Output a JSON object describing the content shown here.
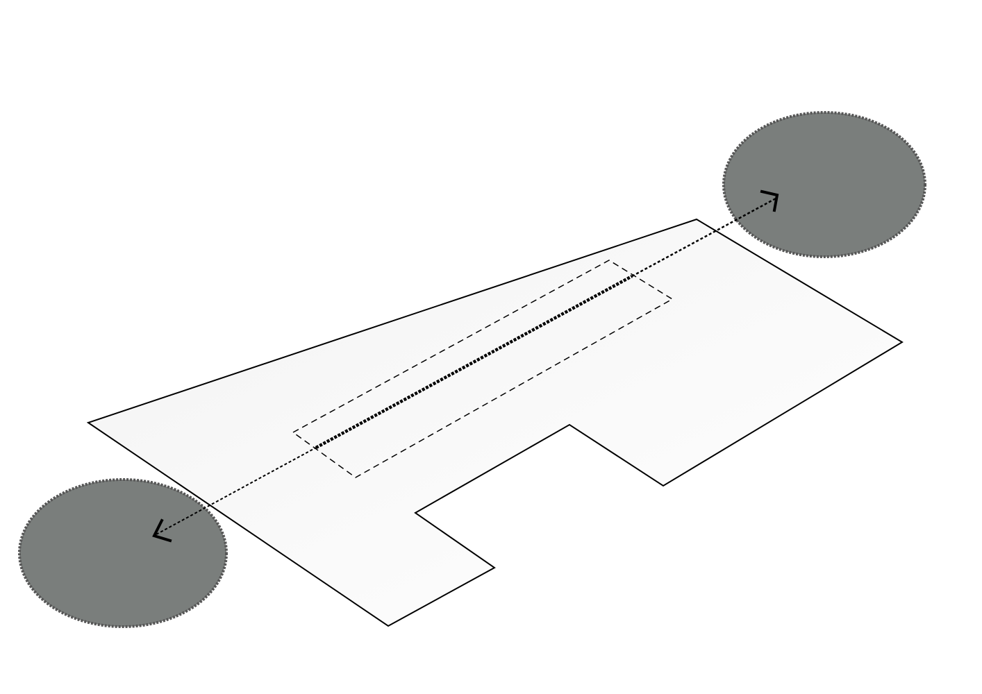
{
  "colors": {
    "background": "#ffffff",
    "plan_fill": "#fafafa",
    "plan_stroke": "#000000",
    "node_fill": "#7a7e7c",
    "node_stroke": "#555555",
    "path_stroke": "#000000"
  },
  "elements": {
    "plan_outline": "building-footprint",
    "inner_zone": "dashed-inner-rectangle",
    "connection": "bidirectional-dashed-arrow",
    "node_left": "left-gray-ellipse",
    "node_right": "right-gray-ellipse",
    "arrowhead_left": "arrowhead-icon",
    "arrowhead_right": "arrowhead-icon"
  }
}
